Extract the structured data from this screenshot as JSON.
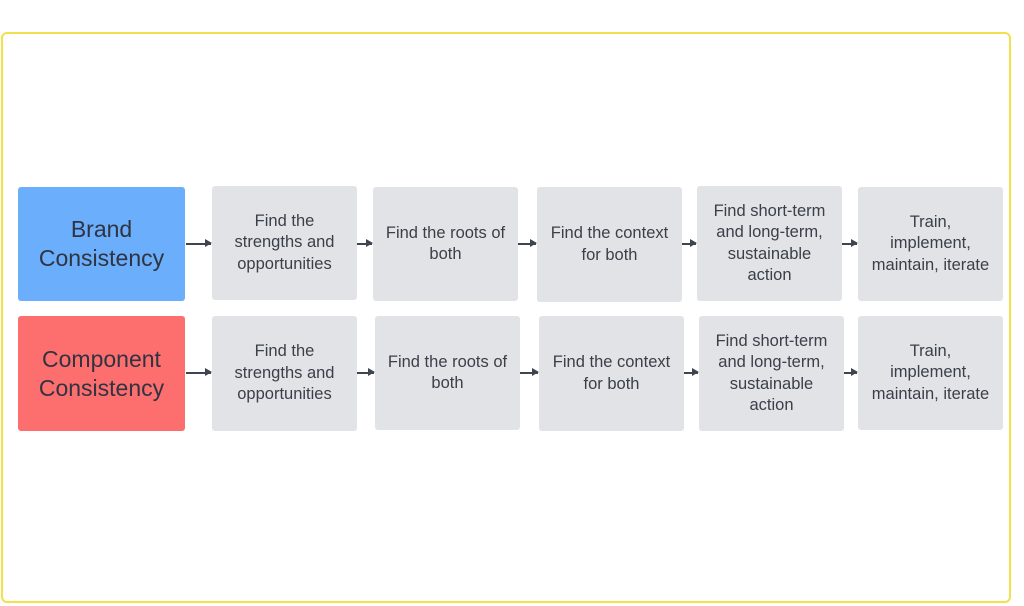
{
  "colors": {
    "frame_border": "#f2e14a",
    "brand_head": "#6aaefc",
    "component_head": "#fd6e6e",
    "step_fill": "#e1e3e7",
    "arrow": "#3f4550"
  },
  "rows": [
    {
      "head": "Brand\nConsistency",
      "steps": [
        "Find the\nstrengths and\nopportunities",
        "Find the roots of\nboth",
        "Find the context\nfor both",
        "Find short-term\nand long-term,\nsustainable\naction",
        "Train,\nimplement,\nmaintain, iterate"
      ]
    },
    {
      "head": "Component\nConsistency",
      "steps": [
        "Find the\nstrengths and\nopportunities",
        "Find the roots of\nboth",
        "Find the context\nfor both",
        "Find short-term\nand long-term,\nsustainable\naction",
        "Train,\nimplement,\nmaintain, iterate"
      ]
    }
  ]
}
